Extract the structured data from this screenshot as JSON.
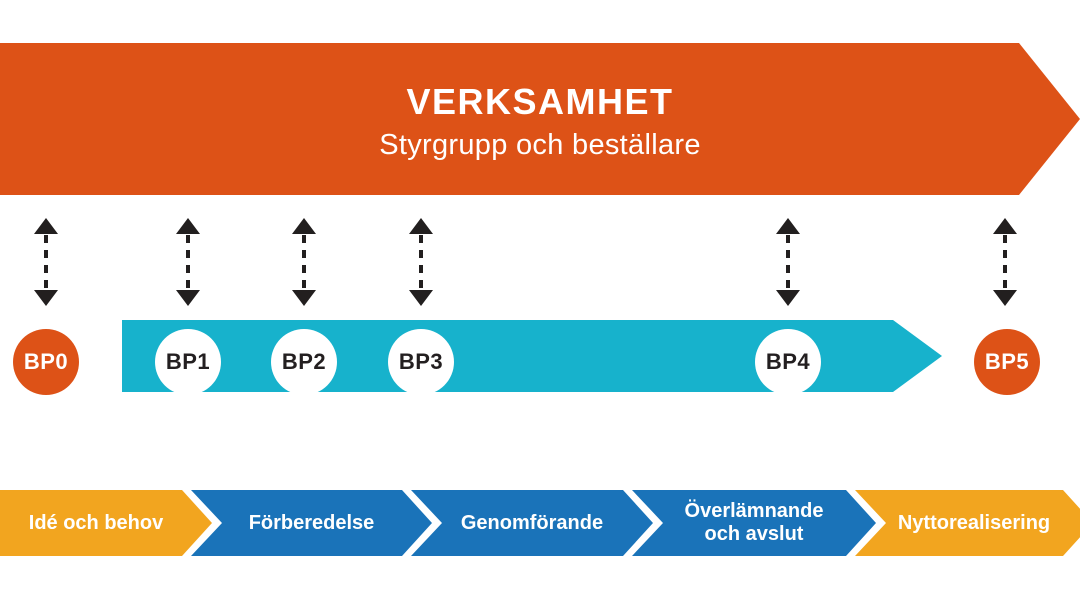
{
  "banner": {
    "title": "VERKSAMHET",
    "subtitle": "Styrgrupp och beställare",
    "color": "#dd5217",
    "text_color": "#ffffff"
  },
  "timeline": {
    "color": "#17b2cc"
  },
  "decision_points": [
    {
      "label": "BP0",
      "variant": "orange"
    },
    {
      "label": "BP1",
      "variant": "white"
    },
    {
      "label": "BP2",
      "variant": "white"
    },
    {
      "label": "BP3",
      "variant": "white"
    },
    {
      "label": "BP4",
      "variant": "white"
    },
    {
      "label": "BP5",
      "variant": "orange"
    }
  ],
  "phases": [
    {
      "label": "Idé och behov",
      "color": "#f2a51f"
    },
    {
      "label": "Förberedelse",
      "color": "#1a73b9"
    },
    {
      "label": "Genomförande",
      "color": "#1a73b9"
    },
    {
      "label": "Överlämnande och avslut",
      "color": "#1a73b9"
    },
    {
      "label": "Nyttorealisering",
      "color": "#f2a51f"
    }
  ],
  "icons": {
    "connector": "dashed-double-arrow-icon"
  },
  "colors": {
    "orange": "#dd5217",
    "teal": "#17b2cc",
    "amber": "#f2a51f",
    "blue": "#1a73b9",
    "arrow": "#221f1f",
    "bp_text_dark": "#231f20",
    "bp_text_light": "#ffffff"
  }
}
